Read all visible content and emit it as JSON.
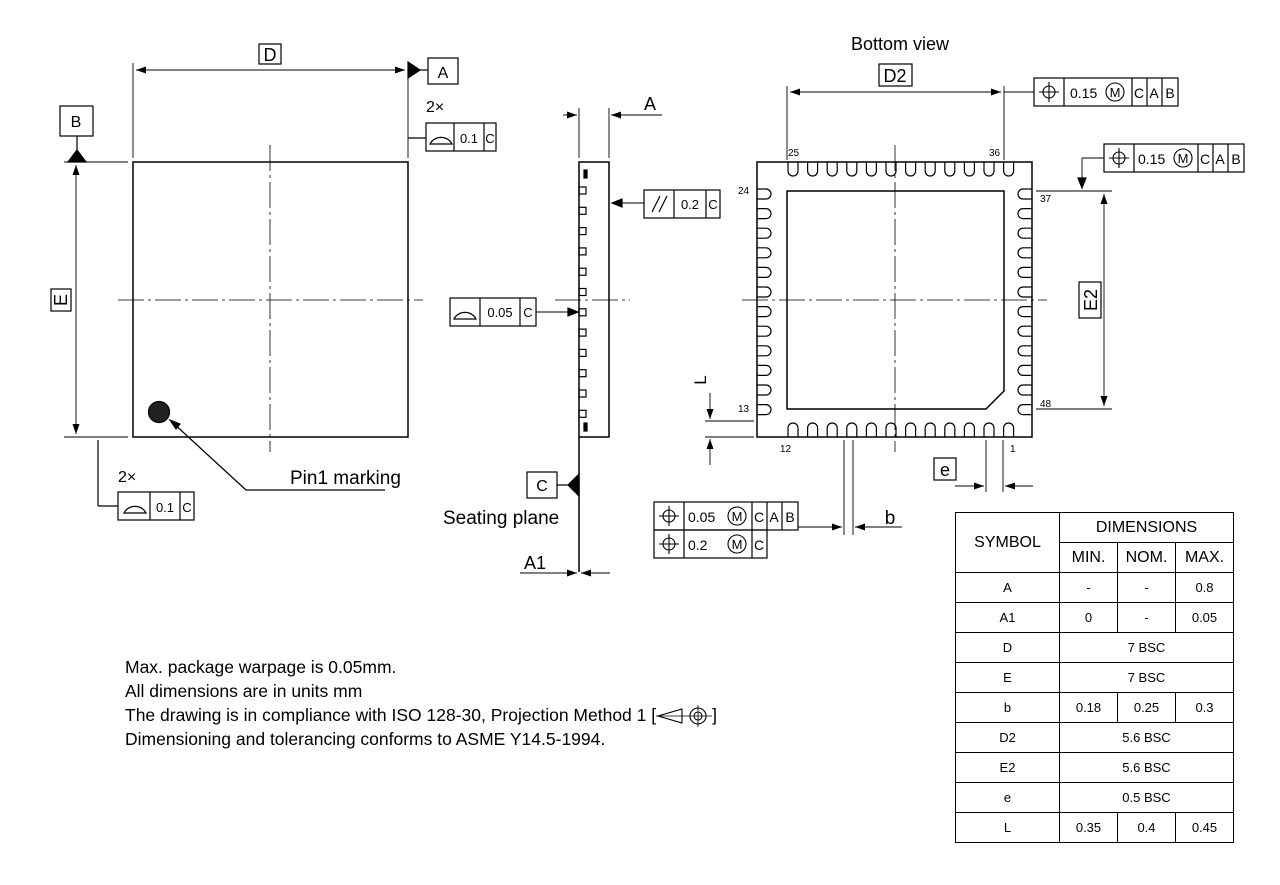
{
  "top_view": {
    "dim_D": "D",
    "dim_E": "E",
    "datum_A": "A",
    "datum_B": "B",
    "count_top": "2×",
    "count_bottom": "2×",
    "flatness_top": "0.1",
    "flatness_top_ref": "C",
    "flatness_bottom": "0.1",
    "flatness_bottom_ref": "C",
    "pin1_label": "Pin1 marking"
  },
  "side_view": {
    "dim_A": "A",
    "dim_A1": "A1",
    "parallelism_value": "0.2",
    "parallelism_ref": "C",
    "coplanarity_value": "0.05",
    "coplanarity_ref": "C",
    "datum_C": "C",
    "seating_plane_label": "Seating plane"
  },
  "bottom_view": {
    "title": "Bottom view",
    "dim_D2": "D2",
    "dim_E2": "E2",
    "dim_L": "L",
    "dim_e": "e",
    "dim_b": "b",
    "pin_labels": {
      "p1": "1",
      "p12": "12",
      "p13": "13",
      "p24": "24",
      "p25": "25",
      "p36": "36",
      "p37": "37",
      "p48": "48"
    },
    "fcf_D2": {
      "value": "0.15",
      "refs": [
        "C",
        "A",
        "B"
      ]
    },
    "fcf_E2": {
      "value": "0.15",
      "refs": [
        "C",
        "A",
        "B"
      ]
    },
    "fcf_b1": {
      "value": "0.05",
      "refs": [
        "C",
        "A",
        "B"
      ]
    },
    "fcf_b2": {
      "value": "0.2",
      "refs": [
        "C"
      ]
    }
  },
  "table": {
    "symbol_header": "SYMBOL",
    "dimensions_header": "DIMENSIONS",
    "min_header": "MIN.",
    "nom_header": "NOM.",
    "max_header": "MAX.",
    "rows": [
      {
        "symbol": "A",
        "min": "-",
        "nom": "-",
        "max": "0.8"
      },
      {
        "symbol": "A1",
        "min": "0",
        "nom": "-",
        "max": "0.05"
      },
      {
        "symbol": "D",
        "span": "7 BSC"
      },
      {
        "symbol": "E",
        "span": "7 BSC"
      },
      {
        "symbol": "b",
        "min": "0.18",
        "nom": "0.25",
        "max": "0.3"
      },
      {
        "symbol": "D2",
        "span": "5.6 BSC"
      },
      {
        "symbol": "E2",
        "span": "5.6 BSC"
      },
      {
        "symbol": "e",
        "span": "0.5 BSC"
      },
      {
        "symbol": "L",
        "min": "0.35",
        "nom": "0.4",
        "max": "0.45"
      }
    ]
  },
  "notes": {
    "line1": "Max. package warpage is 0.05mm.",
    "line2": "All dimensions are in units mm",
    "line3_prefix": "The drawing is in compliance with ISO 128-30, Projection Method 1 [",
    "line3_suffix": "]",
    "line4": "Dimensioning and tolerancing conforms to ASME Y14.5-1994."
  }
}
